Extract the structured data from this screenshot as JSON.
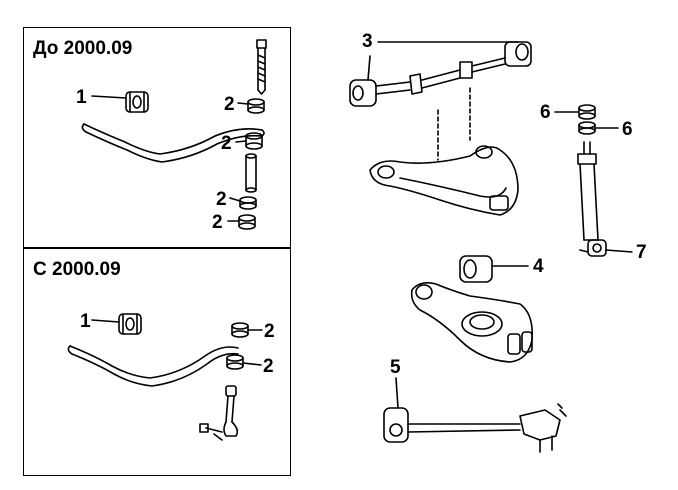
{
  "panels": {
    "before": {
      "title": "До 2000.09"
    },
    "after": {
      "title": "С 2000.09"
    }
  },
  "callouts": {
    "b1": "1",
    "b2a": "2",
    "b2b": "2",
    "b2c": "2",
    "b2d": "2",
    "a1": "1",
    "a2a": "2",
    "a2b": "2",
    "p3": "3",
    "p4": "4",
    "p5": "5",
    "p6a": "6",
    "p6b": "6",
    "p7": "7"
  },
  "colors": {
    "line": "#000000",
    "background": "#ffffff"
  }
}
